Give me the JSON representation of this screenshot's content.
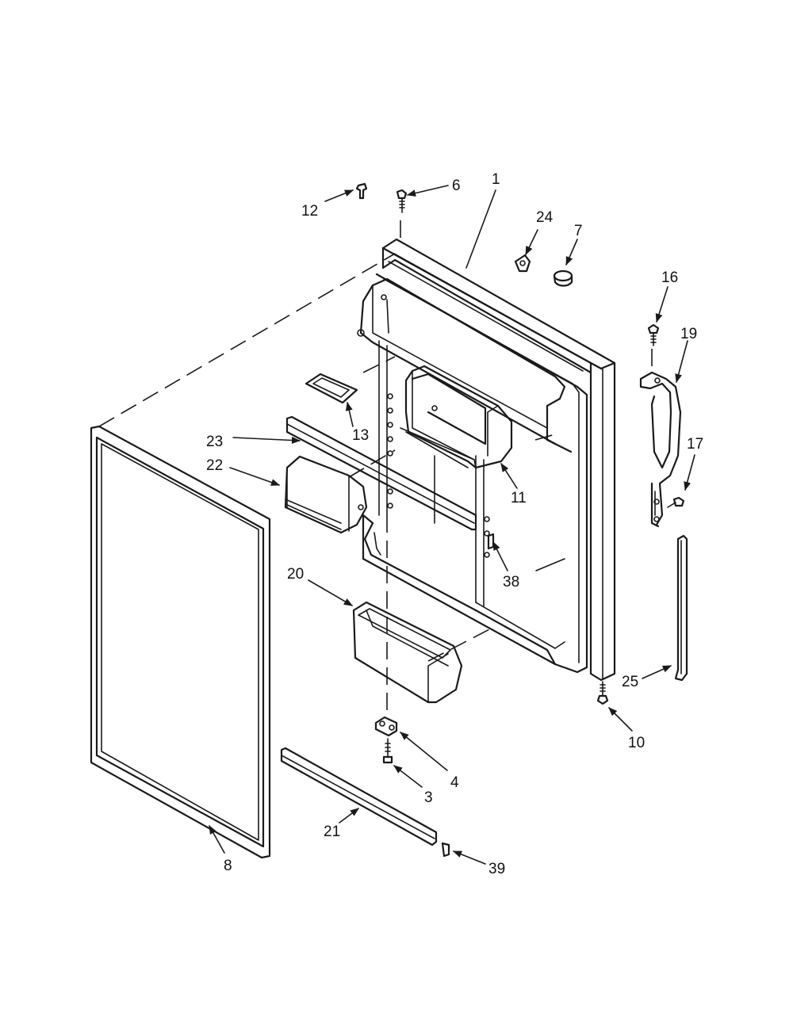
{
  "diagram": {
    "type": "exploded-parts-diagram",
    "callouts": [
      {
        "id": "part-1",
        "label": "1"
      },
      {
        "id": "part-3",
        "label": "3"
      },
      {
        "id": "part-4",
        "label": "4"
      },
      {
        "id": "part-6",
        "label": "6"
      },
      {
        "id": "part-7",
        "label": "7"
      },
      {
        "id": "part-8",
        "label": "8"
      },
      {
        "id": "part-10",
        "label": "10"
      },
      {
        "id": "part-11",
        "label": "11"
      },
      {
        "id": "part-12",
        "label": "12"
      },
      {
        "id": "part-13",
        "label": "13"
      },
      {
        "id": "part-16",
        "label": "16"
      },
      {
        "id": "part-17",
        "label": "17"
      },
      {
        "id": "part-19",
        "label": "19"
      },
      {
        "id": "part-20",
        "label": "20"
      },
      {
        "id": "part-21",
        "label": "21"
      },
      {
        "id": "part-22",
        "label": "22"
      },
      {
        "id": "part-23",
        "label": "23"
      },
      {
        "id": "part-24",
        "label": "24"
      },
      {
        "id": "part-25",
        "label": "25"
      },
      {
        "id": "part-38",
        "label": "38"
      },
      {
        "id": "part-39",
        "label": "39"
      }
    ]
  }
}
